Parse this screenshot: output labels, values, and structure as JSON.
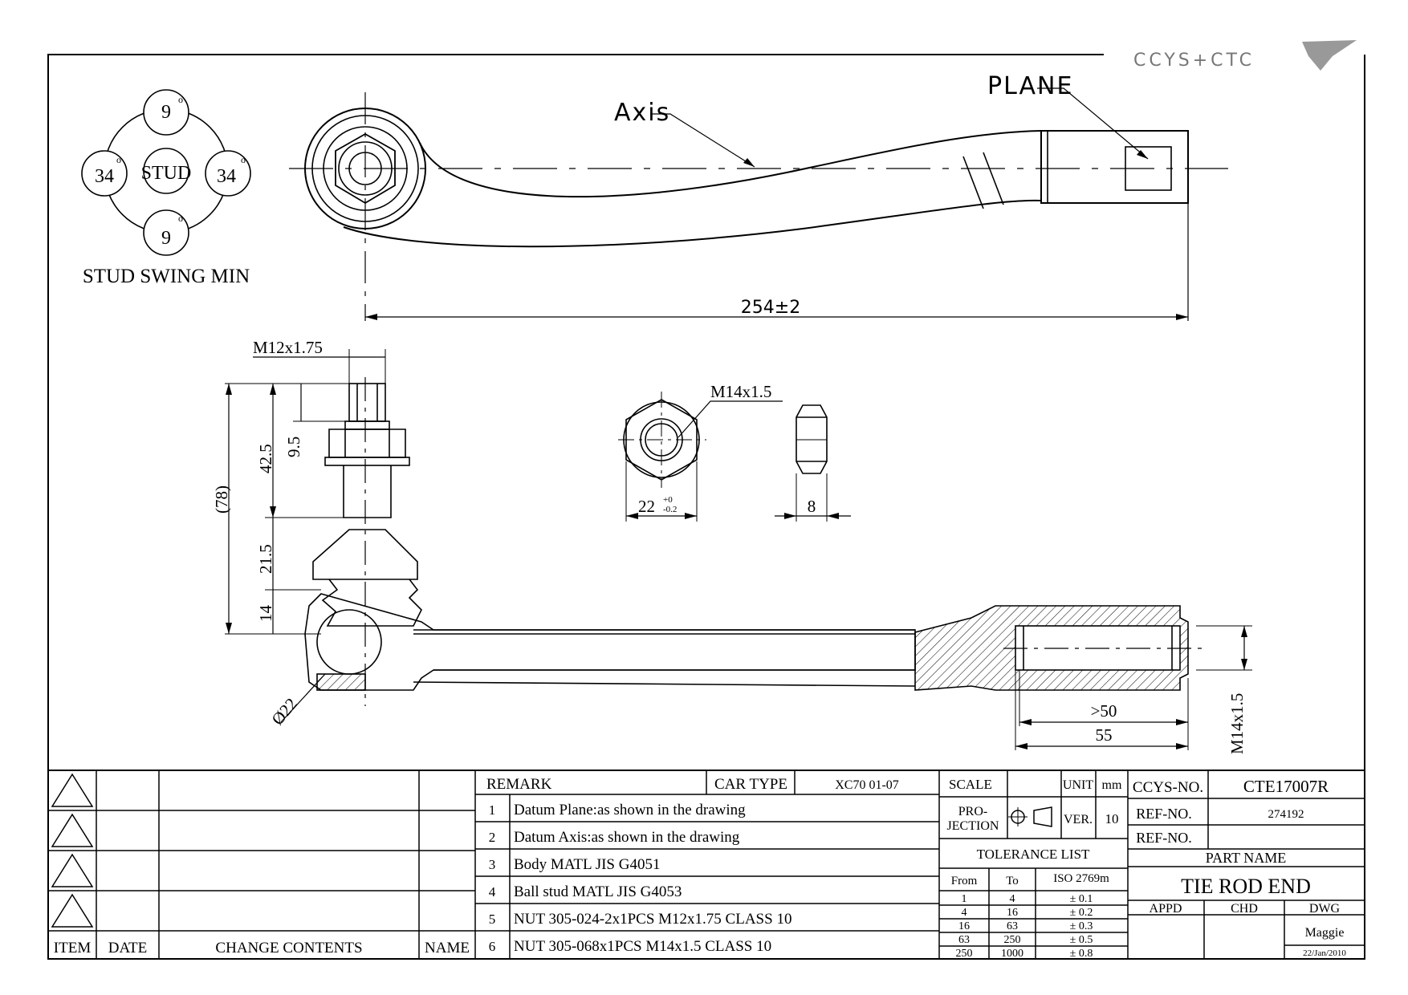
{
  "logo": {
    "text": "CCYS+CTC"
  },
  "stud_swing": {
    "top": "9",
    "bottom": "9",
    "left": "34",
    "right": "34",
    "center": "STUD",
    "caption": "STUD SWING MIN"
  },
  "top_view": {
    "axis_label": "Axis",
    "plane_label": "PLANE",
    "length_dim": "254±2"
  },
  "side_view": {
    "thread_top": "M12x1.75",
    "dim_78": "(78)",
    "dim_42_5": "42.5",
    "dim_9_5": "9.5",
    "dim_21_5": "21.5",
    "dim_14": "14",
    "dim_ball": "Ø22",
    "dim_50": ">50",
    "dim_55": "55",
    "thread_end": "M14x1.5"
  },
  "nut_view": {
    "thread": "M14x1.5",
    "across_flats": "22",
    "tol_upper": "+0",
    "tol_lower": "-0.2",
    "thickness": "8"
  },
  "revisions": {
    "headers": {
      "item": "ITEM",
      "date": "DATE",
      "change": "CHANGE CONTENTS",
      "name": "NAME"
    }
  },
  "remarks": {
    "title": "REMARK",
    "car_type_label": "CAR TYPE",
    "car_type": "XC70 01-07",
    "items": [
      {
        "num": "1",
        "text": "Datum Plane:as shown in the drawing"
      },
      {
        "num": "2",
        "text": "Datum Axis:as shown in the drawing"
      },
      {
        "num": "3",
        "text": "Body MATL JIS G4051"
      },
      {
        "num": "4",
        "text": "Ball stud MATL JIS G4053"
      },
      {
        "num": "5",
        "text": "NUT 305-024-2x1PCS M12x1.75 CLASS 10"
      },
      {
        "num": "6",
        "text": "NUT 305-068x1PCS M14x1.5 CLASS 10"
      }
    ]
  },
  "title_block": {
    "scale_label": "SCALE",
    "unit_label": "UNIT",
    "unit": "mm",
    "projection_label_1": "PRO-",
    "projection_label_2": "JECTION",
    "ver_label": "VER.",
    "ver": "10",
    "tolerance_title": "TOLERANCE LIST",
    "tol_headers": [
      "From",
      "To",
      "ISO 2769m"
    ],
    "tol_rows": [
      [
        "1",
        "4",
        "± 0.1"
      ],
      [
        "4",
        "16",
        "± 0.2"
      ],
      [
        "16",
        "63",
        "± 0.3"
      ],
      [
        "63",
        "250",
        "± 0.5"
      ],
      [
        "250",
        "1000",
        "± 0.8"
      ]
    ],
    "ccys_no_label": "CCYS-NO.",
    "ccys_no": "CTE17007R",
    "ref_no_label": "REF-NO.",
    "ref_no": "274192",
    "ref_no_label_2": "REF-NO.",
    "part_name_label": "PART NAME",
    "part_name": "TIE ROD END",
    "appd_label": "APPD",
    "chd_label": "CHD",
    "dwg_label": "DWG",
    "drawn_by": "Maggie",
    "date": "22/Jan/2010"
  }
}
